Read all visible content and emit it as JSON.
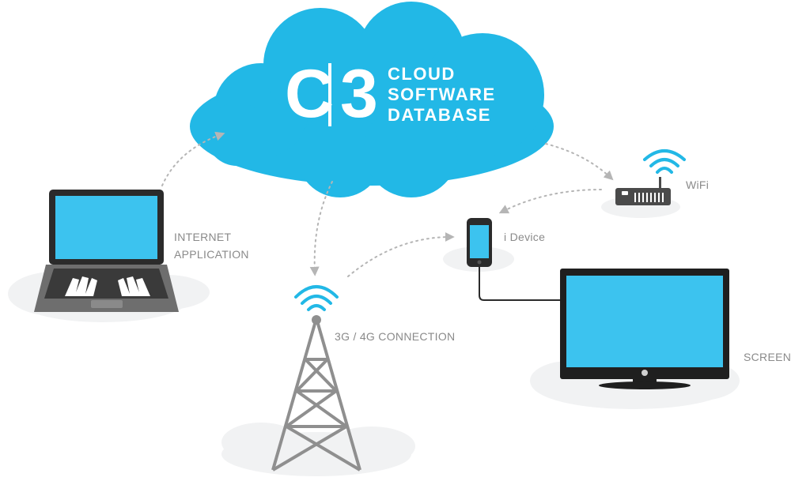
{
  "brand": {
    "left": "C",
    "right": "3",
    "line1": "CLOUD",
    "line2": "SOFTWARE",
    "line3": "DATABASE"
  },
  "nodes": {
    "laptop": {
      "label_line1": "INTERNET",
      "label_line2": "APPLICATION"
    },
    "tower": {
      "label": "3G / 4G CONNECTION"
    },
    "router": {
      "label": "WiFi"
    },
    "phone": {
      "label": "i Device"
    },
    "screen": {
      "label": "SCREEN"
    }
  },
  "colors": {
    "cloud": "#22b8e6",
    "screen_fill": "#3cc3ef",
    "device_dark": "#2b2b2b",
    "label_gray": "#8a8a8a",
    "arrow_gray": "#b5b5b5"
  }
}
